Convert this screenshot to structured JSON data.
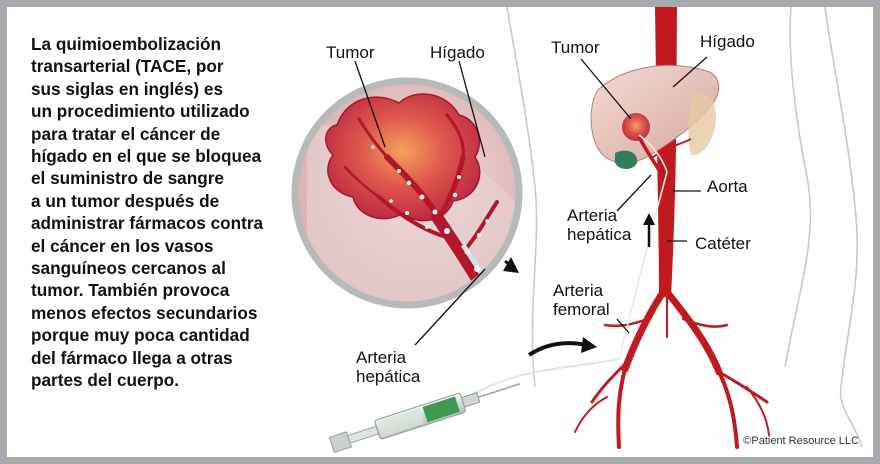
{
  "description": {
    "lines": [
      "La quimioembolización",
      "transarterial (TACE, por",
      "sus siglas en inglés) es",
      "un procedimiento utilizado",
      "para tratar el cáncer de",
      "hígado en el que se bloquea",
      "el suministro de sangre",
      "a un tumor después de",
      "administrar fármacos contra",
      "el cáncer en los vasos",
      "sanguíneos cercanos al",
      "tumor. También provoca",
      "menos efectos secundarios",
      "porque muy poca cantidad",
      "del fármaco llega a otras",
      "partes del cuerpo."
    ]
  },
  "labels": {
    "zoom_tumor": "Tumor",
    "zoom_liver": "Hígado",
    "zoom_hepatic_line1": "Arteria",
    "zoom_hepatic_line2": "hepática",
    "body_tumor": "Tumor",
    "body_liver": "Hígado",
    "aorta": "Aorta",
    "body_hepatic_line1": "Arteria",
    "body_hepatic_line2": "hepática",
    "catheter": "Catéter",
    "femoral_line1": "Arteria",
    "femoral_line2": "femoral"
  },
  "credit": "©Patient Resource LLC",
  "colors": {
    "frame": "#a7a9ac",
    "artery": "#c01a1f",
    "tumor": "#c9304a",
    "liver": "#e9c9c6",
    "text": "#111111"
  }
}
